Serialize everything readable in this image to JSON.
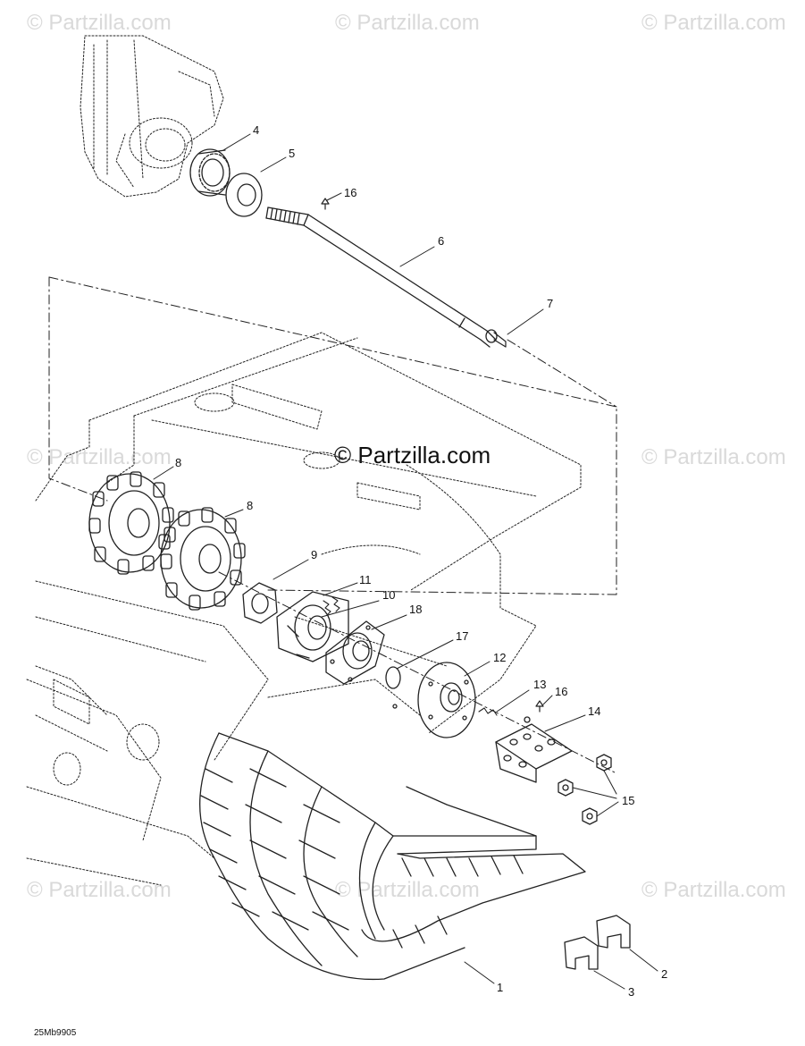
{
  "watermark": {
    "text": "© Partzilla.com",
    "center_text": "© Partzilla.com"
  },
  "diagram_code": "25Mb9905",
  "callouts": {
    "c1": "1",
    "c2": "2",
    "c3": "3",
    "c4": "4",
    "c5": "5",
    "c6": "6",
    "c7": "7",
    "c8a": "8",
    "c8b": "8",
    "c9": "9",
    "c10": "10",
    "c11": "11",
    "c12": "12",
    "c13": "13",
    "c14": "14",
    "c15": "15",
    "c16a": "16",
    "c16b": "16",
    "c17": "17",
    "c18": "18"
  }
}
